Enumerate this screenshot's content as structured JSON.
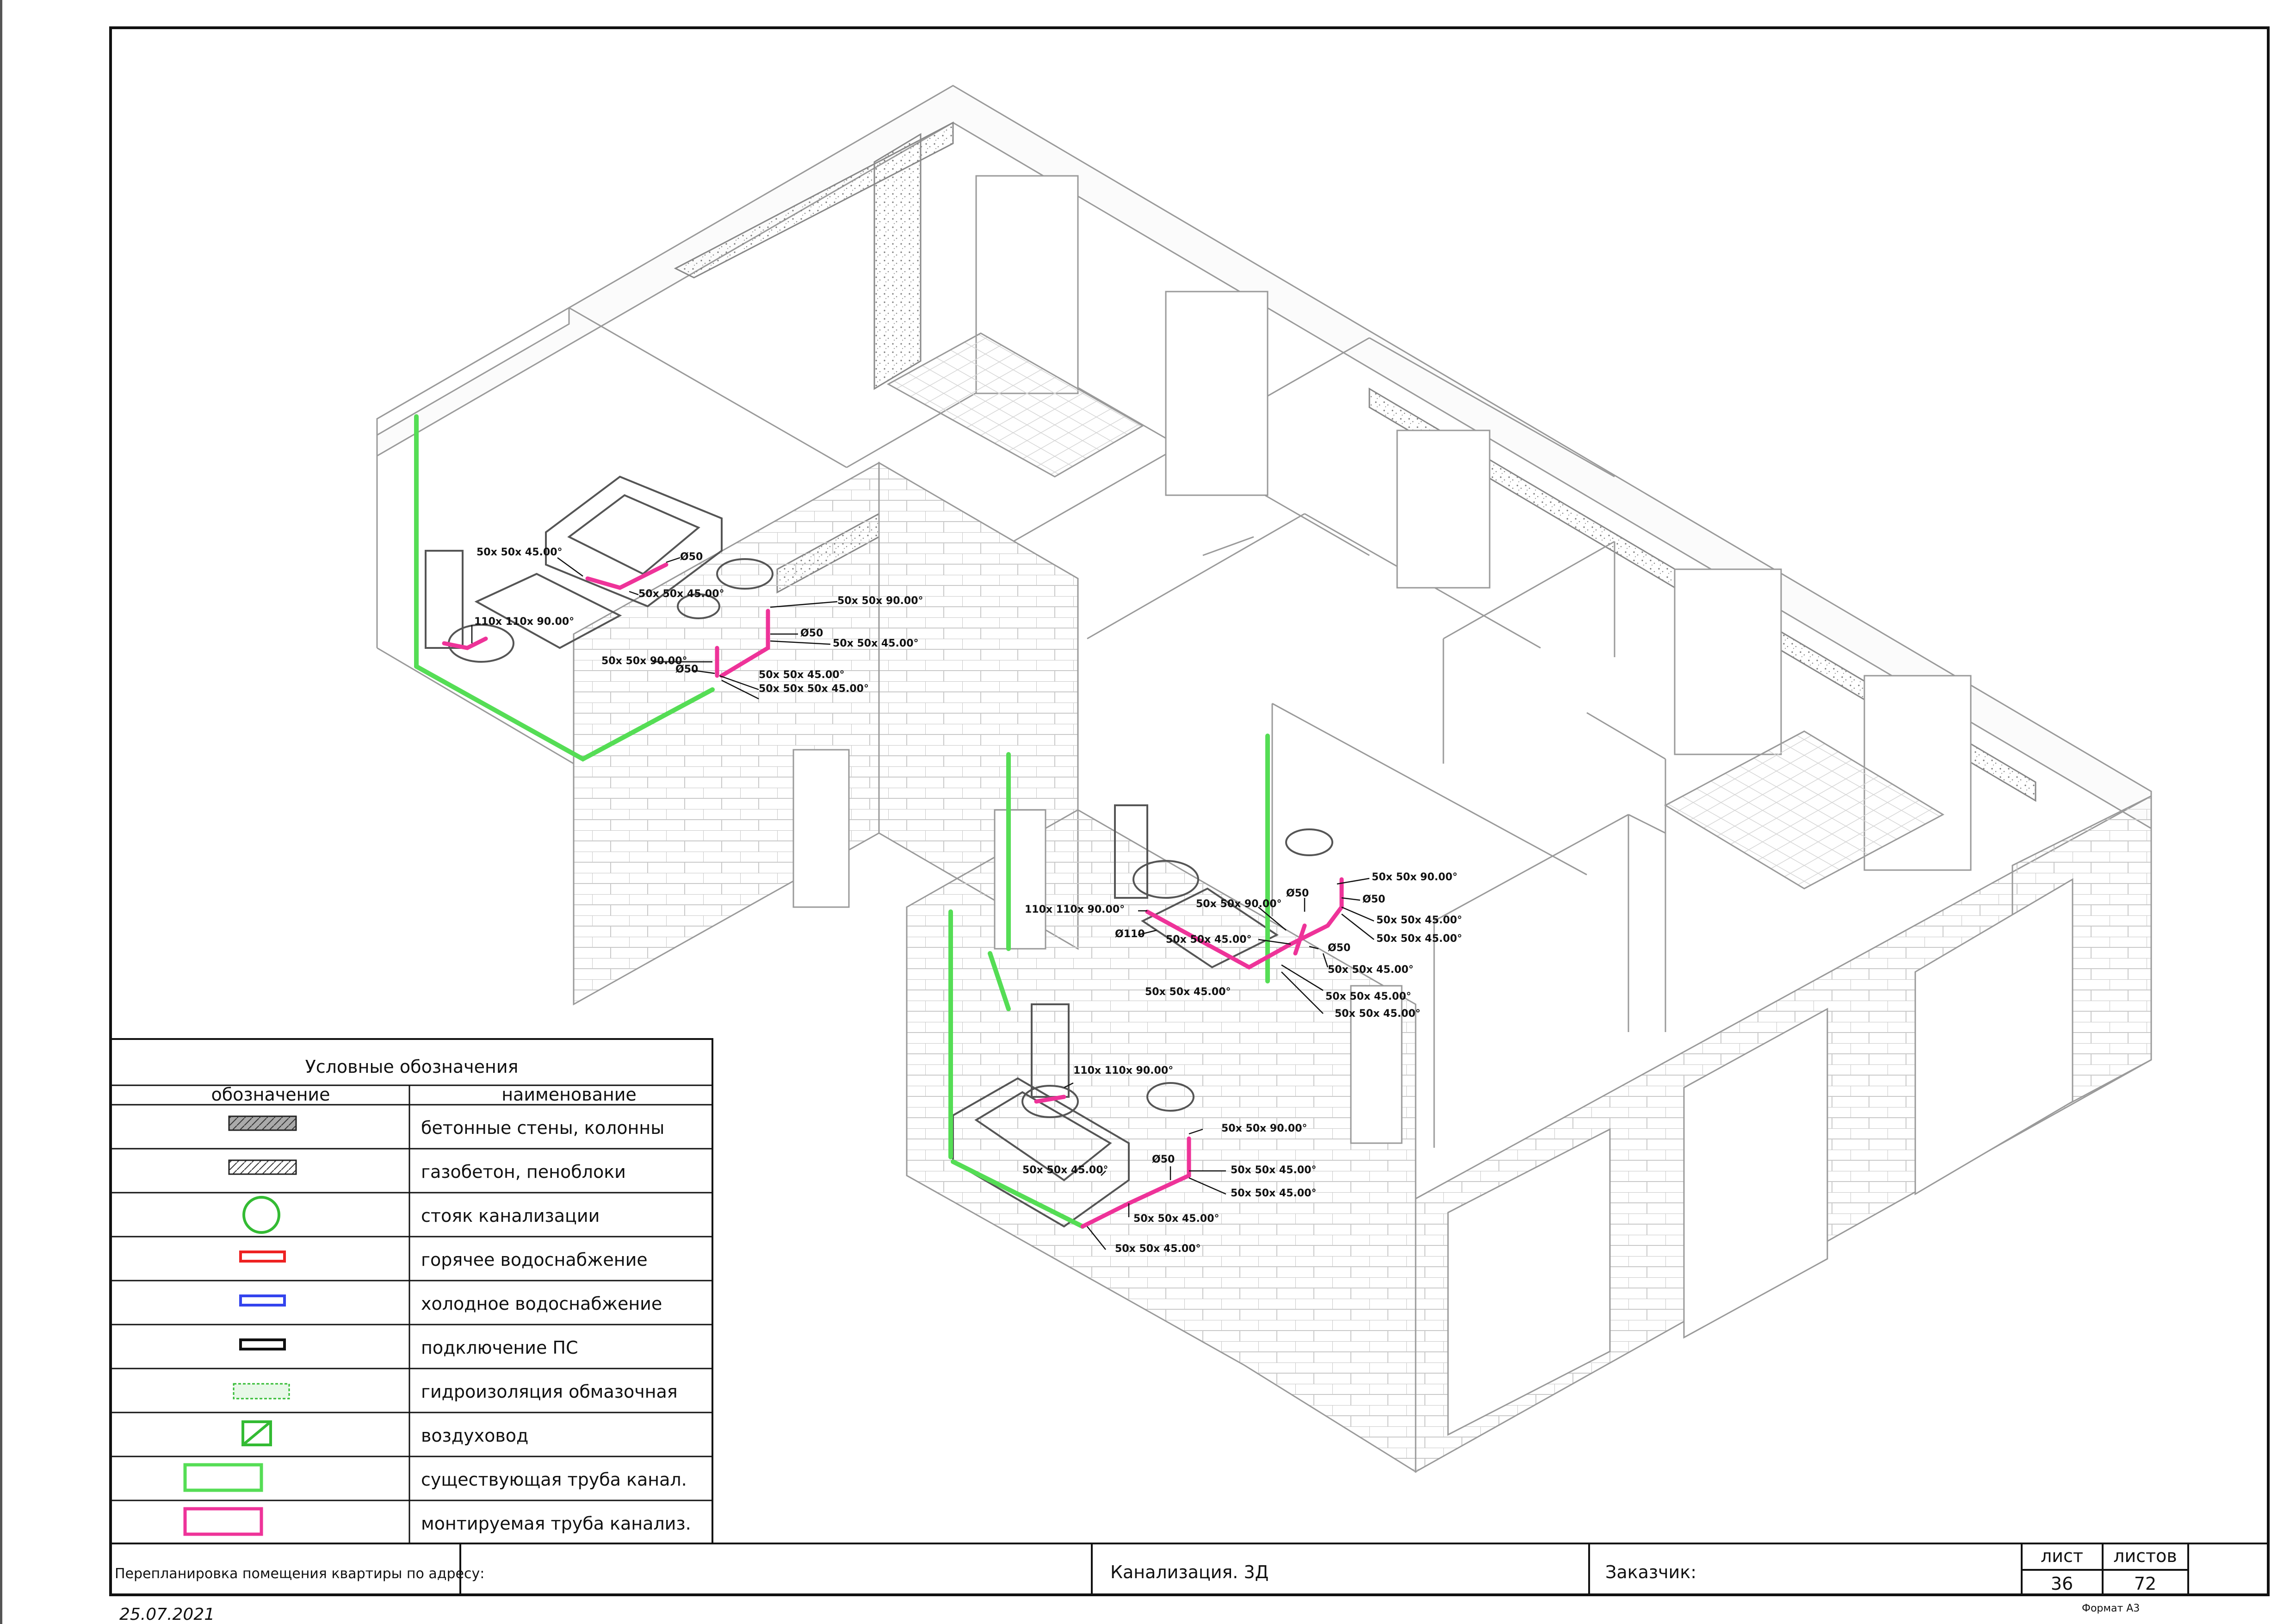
{
  "legend": {
    "title": "Условные обозначения",
    "col_symbol": "обозначение",
    "col_name": "наименование",
    "items": [
      {
        "icon": "concrete-hatch-icon",
        "name": "бетонные стены, колонны"
      },
      {
        "icon": "aerated-concrete-hatch-icon",
        "name": "газобетон, пеноблоки"
      },
      {
        "icon": "sewer-riser-circle-icon",
        "name": "стояк канализации"
      },
      {
        "icon": "hot-water-pipe-icon",
        "name": "горячее водоснабжение"
      },
      {
        "icon": "cold-water-pipe-icon",
        "name": "холодное водоснабжение"
      },
      {
        "icon": "fire-connection-pipe-icon",
        "name": "подключение ПС"
      },
      {
        "icon": "waterproofing-hatch-icon",
        "name": "гидроизоляция обмазочная"
      },
      {
        "icon": "air-duct-icon",
        "name": "воздуховод"
      },
      {
        "icon": "existing-sewer-pipe-icon",
        "name": "существующая труба канал."
      },
      {
        "icon": "new-sewer-pipe-icon",
        "name": "монтируемая труба канализ."
      }
    ]
  },
  "title_block": {
    "address_label": "Перепланировка помещения квартиры по адресу:",
    "drawing_title": "Канализация. 3Д",
    "customer_label": "Заказчик:",
    "sheet_label": "лист",
    "sheets_label": "листов",
    "sheet_number": "36",
    "sheets_total": "72",
    "format": "Формат А3",
    "date": "25.07.2021"
  },
  "pipe_labels": {
    "b1": "50x 50x 45.00°",
    "b2": "Ø50",
    "b3": "50x 50x 45.00°",
    "b4": "110x 110x 90.00°",
    "b5": "50x 50x 90.00°",
    "b6": "Ø50",
    "b7": "50x 50x 45.00°",
    "b8": "50x 50x 50x 45.00°",
    "b9": "50x 50x 90.00°",
    "b10": "Ø50",
    "b11": "50x 50x 45.00°",
    "c1": "50x 50x 90.00°",
    "c2": "Ø50",
    "c3": "Ø50",
    "c4": "50x 50x 45.00°",
    "c5": "50x 50x 45.00°",
    "c6": "50x 50x 90.00°",
    "c7": "110x 110x 90.00°",
    "c8": "Ø110",
    "c9": "50x 50x 45.00°",
    "c10": "Ø50",
    "c11": "50x 50x 45.00°",
    "c12": "50x 50x 45.00°",
    "c13": "50x 50x 45.00°",
    "c14": "50x 50x 45.00°",
    "d1": "110x 110x 90.00°",
    "d2": "50x 50x 90.00°",
    "d3": "Ø50",
    "d4": "50x 50x 45.00°",
    "d5": "50x 50x 45.00°",
    "d6": "50x 50x 45.00°",
    "d7": "50x 50x 45.00°",
    "d8": "50x 50x 45.00°"
  },
  "colors": {
    "existing_pipe": "#55dd55",
    "new_pipe": "#ee3399",
    "hot_water": "#ee2222",
    "cold_water": "#3344ee",
    "walls": "#999999"
  }
}
